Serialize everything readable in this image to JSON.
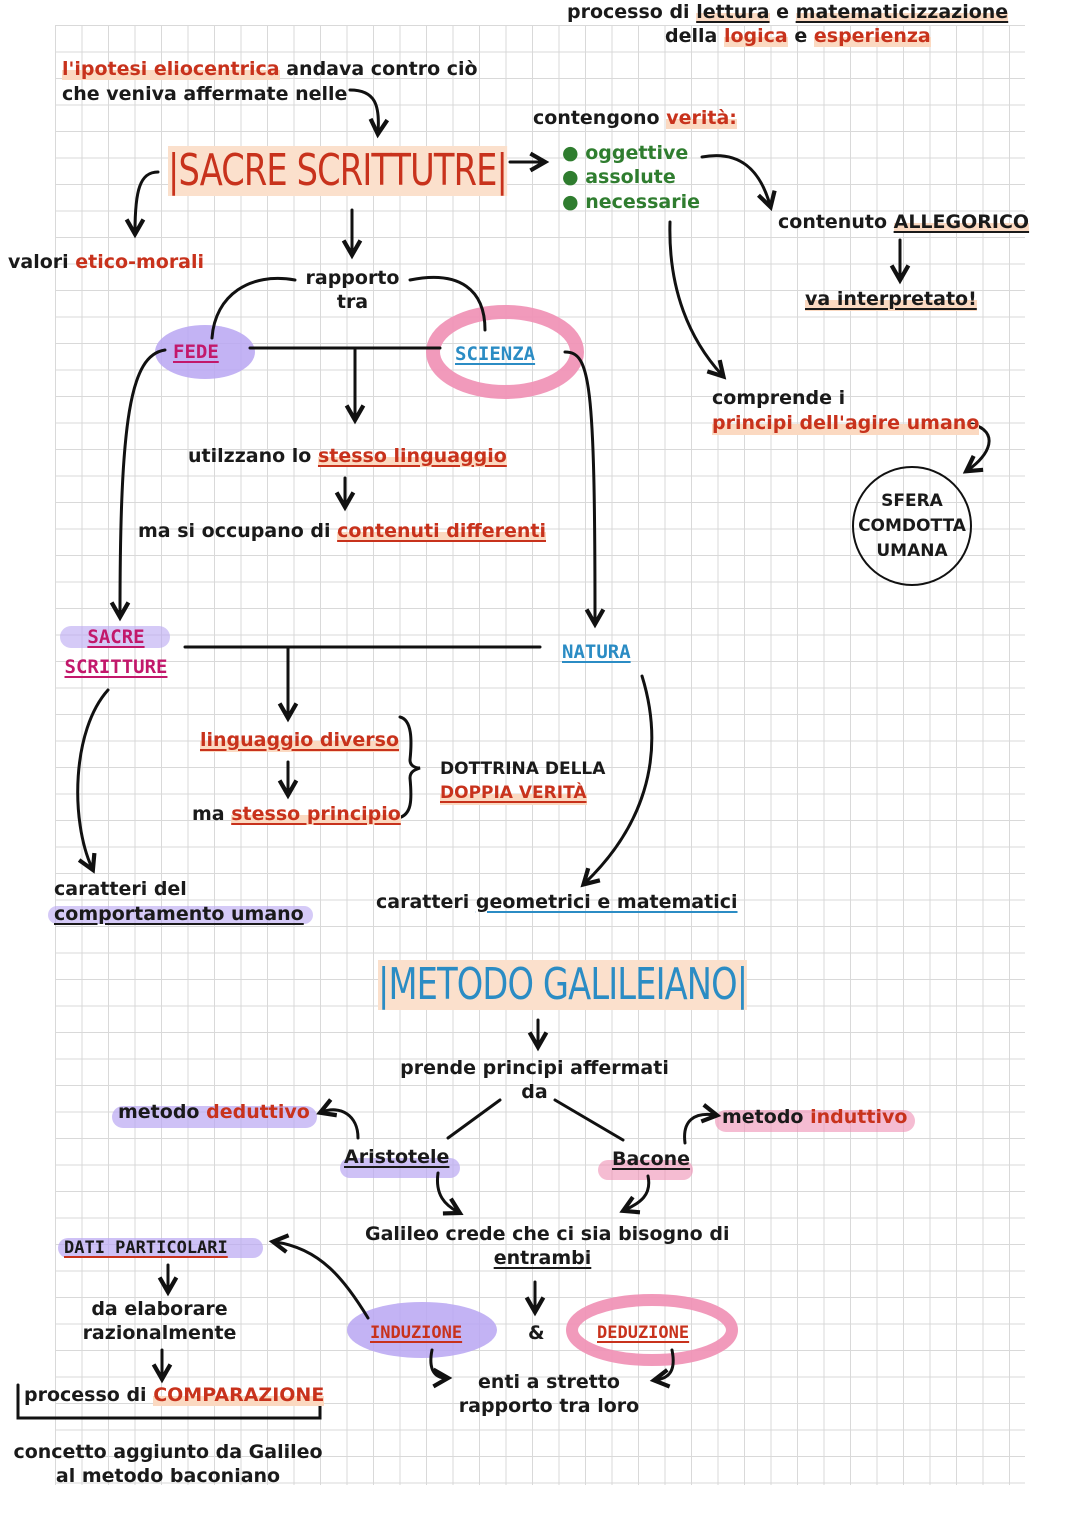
{
  "top_note": {
    "line1_a": "processo di",
    "line1_b": "lettura",
    "line1_c": "e",
    "line1_d": "matematicizzazione",
    "line2_a": "della",
    "line2_b": "logica",
    "line2_c": "e",
    "line2_d": "esperienza"
  },
  "intro": {
    "line1_a": "l'ipotesi eliocentrica",
    "line1_b": "andava contro ciò",
    "line2": "che veniva affermate nelle"
  },
  "sacre_scritture_title": "|SACRE SCRITTUTRE|",
  "valori": {
    "a": "valori",
    "b": "etico-morali"
  },
  "contengono": {
    "a": "contengono",
    "b": "verità:"
  },
  "verita_list": [
    "oggettive",
    "assolute",
    "necessarie"
  ],
  "contenuto": {
    "a": "contenuto",
    "b": "ALLEGORICO"
  },
  "interpretato": "va interpretato!",
  "comprende": {
    "line1": "comprende i",
    "line2": "principi dell'agire umano"
  },
  "sfera": {
    "line1": "SFERA",
    "line2": "COMDOTTA",
    "line3": "UMANA"
  },
  "rapporto": {
    "line1": "rapporto",
    "line2": "tra"
  },
  "fede": "FEDE",
  "scienza": "SCIENZA",
  "linguaggio_stesso": {
    "a": "utilzzano lo",
    "b": "stesso linguaggio"
  },
  "contenuti": {
    "a": "ma si occupano di",
    "b": "contenuti differenti"
  },
  "sacre2": {
    "line1": "SACRE",
    "line2": "SCRITTURE"
  },
  "natura": "NATURA",
  "linguaggio_diverso": "linguaggio diverso",
  "stesso_principio": {
    "a": "ma",
    "b": "stesso principio"
  },
  "dottrina": {
    "line1": "DOTTRINA DELLA",
    "line2": "DOPPIA VERITÀ"
  },
  "caratteri_comportamento": {
    "line1": "caratteri del",
    "line2": "comportamento umano"
  },
  "caratteri_geometrici": {
    "a": "caratteri",
    "b": "geometrici e matematici"
  },
  "metodo_galileiano": "|METODO GALILEIANO|",
  "prende": {
    "line1": "prende principi affermati",
    "line2": "da"
  },
  "metodo_deduttivo": {
    "a": "metodo",
    "b": "deduttivo"
  },
  "metodo_induttivo": {
    "a": "metodo",
    "b": "induttivo"
  },
  "aristotele": "Aristotele",
  "bacone": "Bacone",
  "galileo_crede": {
    "line1": "Galileo crede che ci sia bisogno di",
    "line2": "entrambi"
  },
  "dati_particolari": "DATI PARTICOLARI",
  "da_elaborare": {
    "line1": "da elaborare",
    "line2": "razionalmente"
  },
  "processo_comparazione": {
    "a": "processo di",
    "b": "COMPARAZIONE"
  },
  "concetto": {
    "line1": "concetto aggiunto da Galileo",
    "line2": "al metodo baconiano"
  },
  "induzione": "INDUZIONE",
  "ampersand": "&",
  "deduzione": "DEDUZIONE",
  "enti": {
    "line1": "enti a stretto",
    "line2": "rapporto tra loro"
  },
  "colors": {
    "red": "#c8321c",
    "green": "#2f7d2f",
    "blue": "#2b8cc4",
    "pink": "#c2186b",
    "purple_highlight": "#b9a6f2",
    "pink_highlight": "#ef8fb4",
    "peach_highlight": "#fbd9c1"
  }
}
